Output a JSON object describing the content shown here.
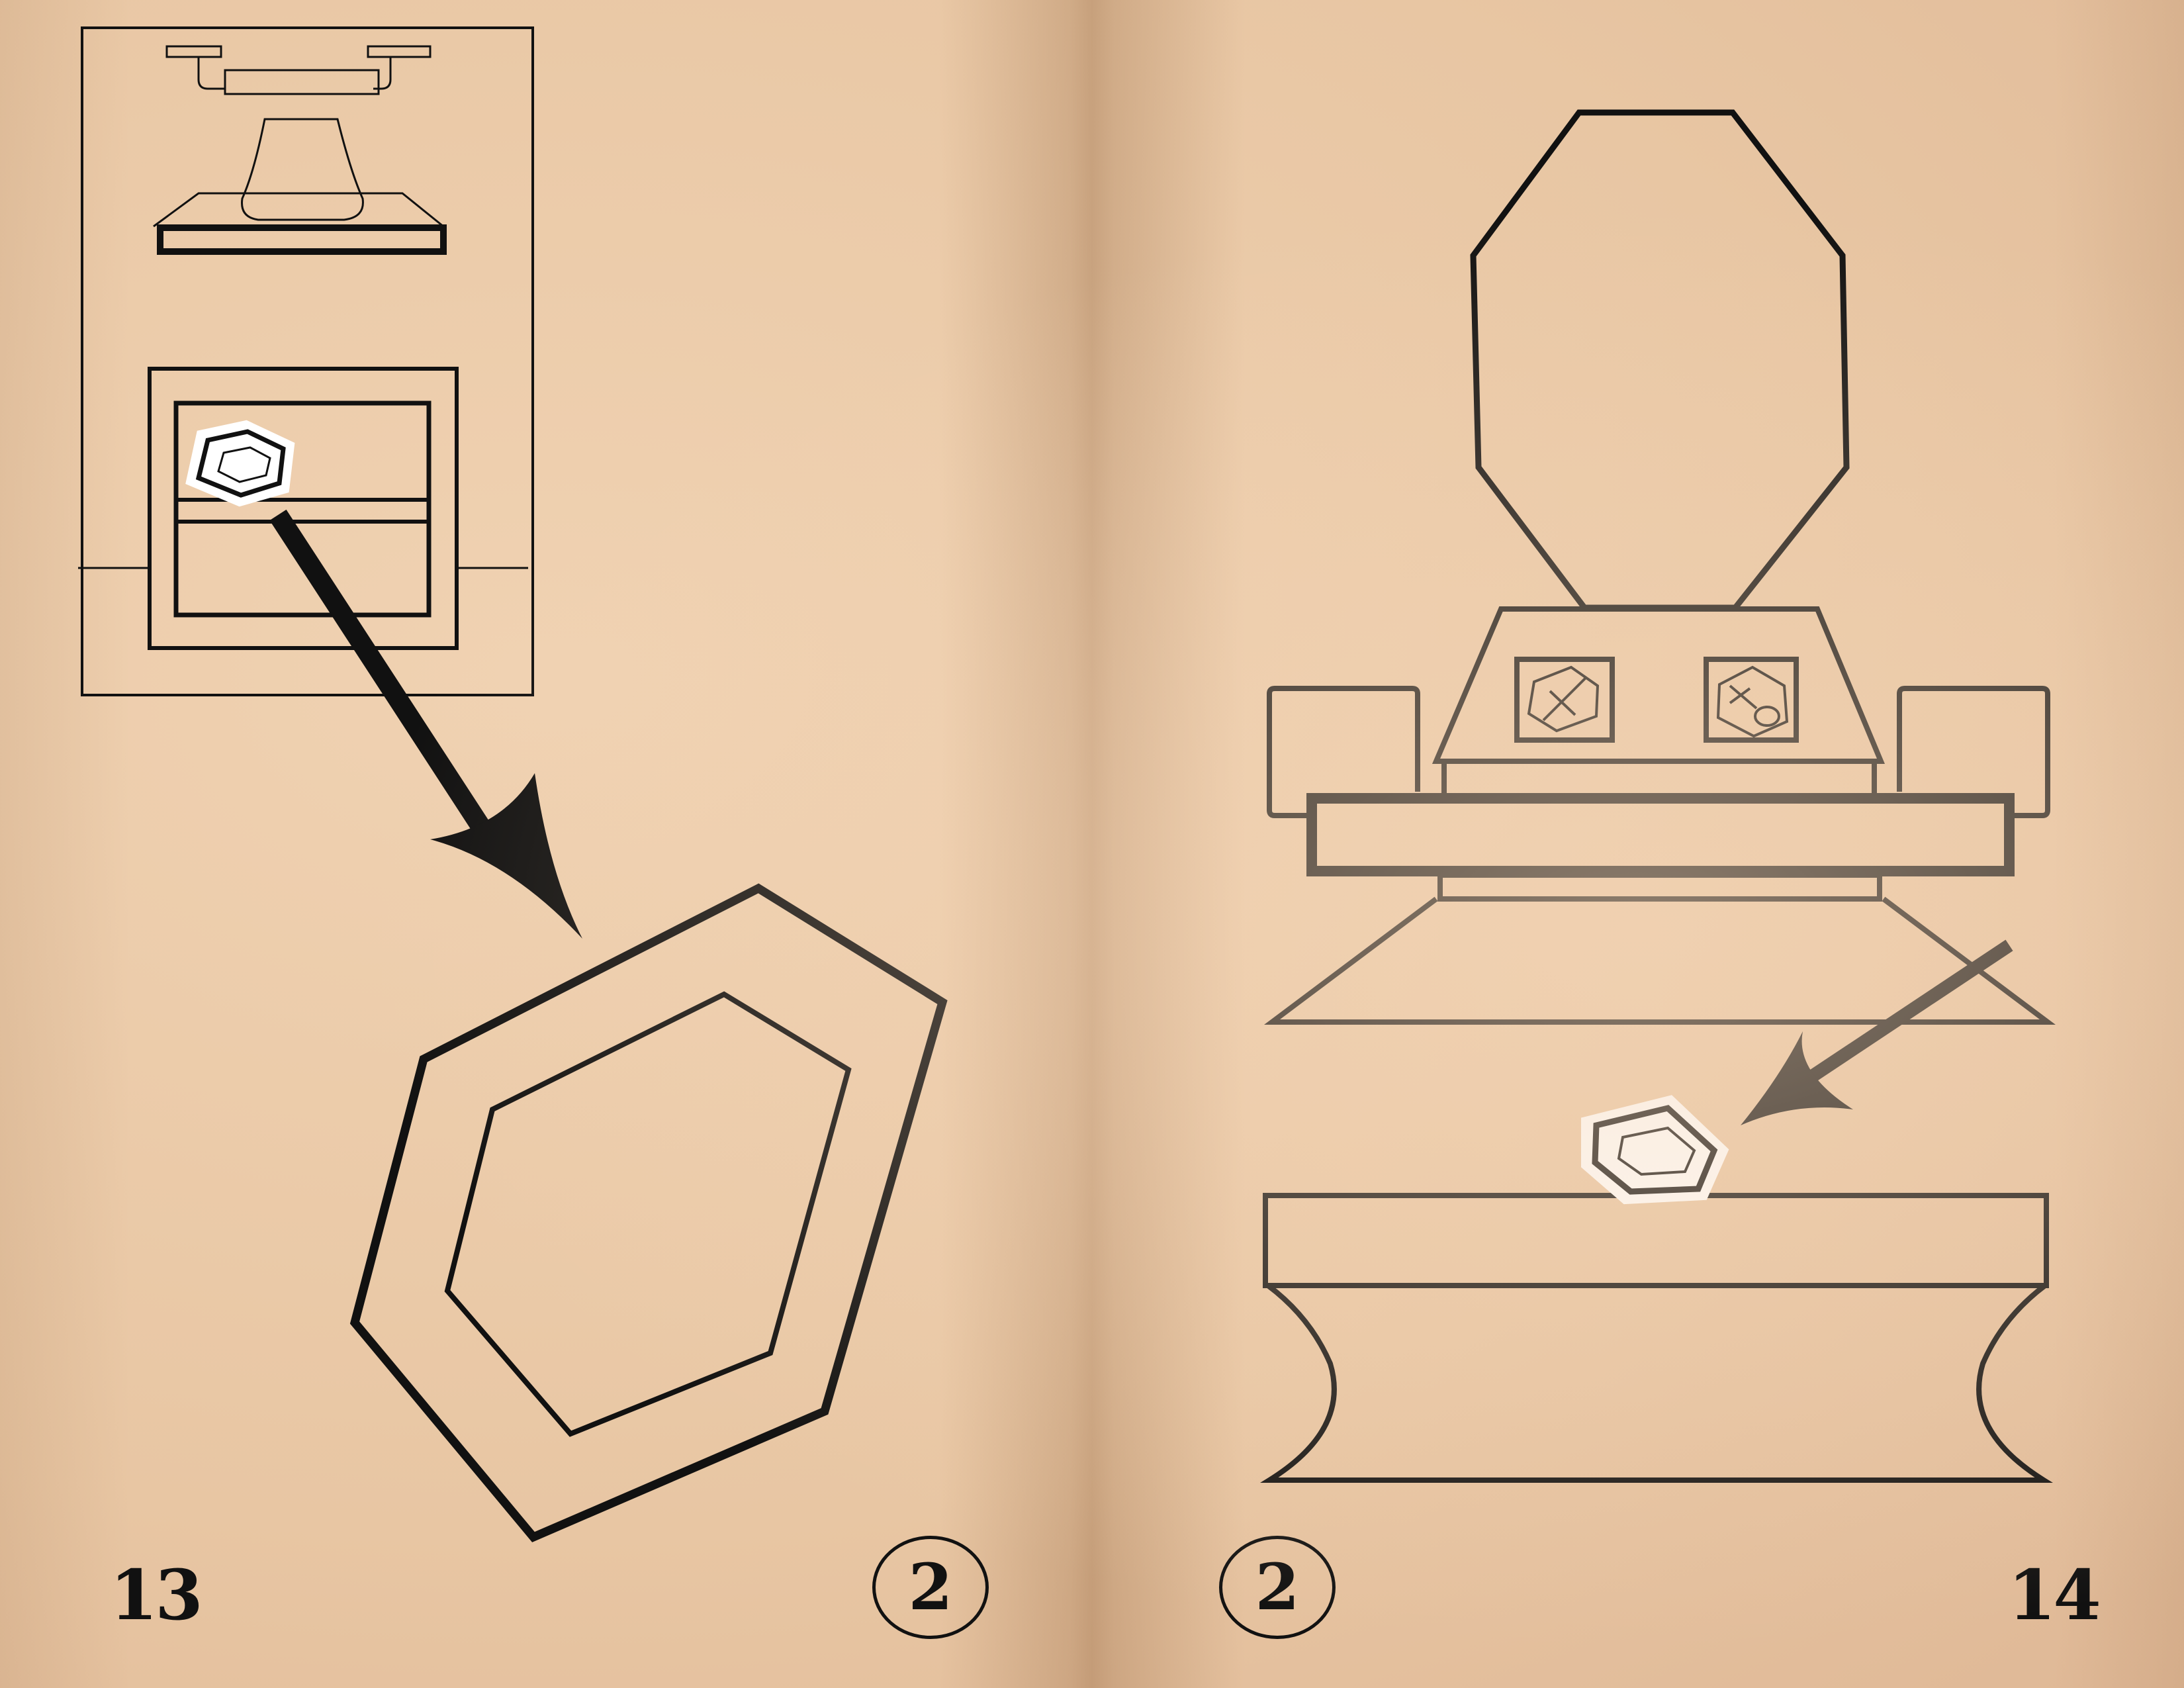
{
  "book": {
    "left_page": {
      "page_number": "13",
      "step_badge": "2"
    },
    "right_page": {
      "page_number": "14",
      "step_badge": "2"
    }
  },
  "colors": {
    "paper": "#e9c8a6",
    "ink": "#111111",
    "highlight": "#ffffff"
  },
  "icons": [
    "hexagon-gem-icon",
    "arrow-icon",
    "cross-symbol-icon",
    "venus-symbol-icon"
  ]
}
